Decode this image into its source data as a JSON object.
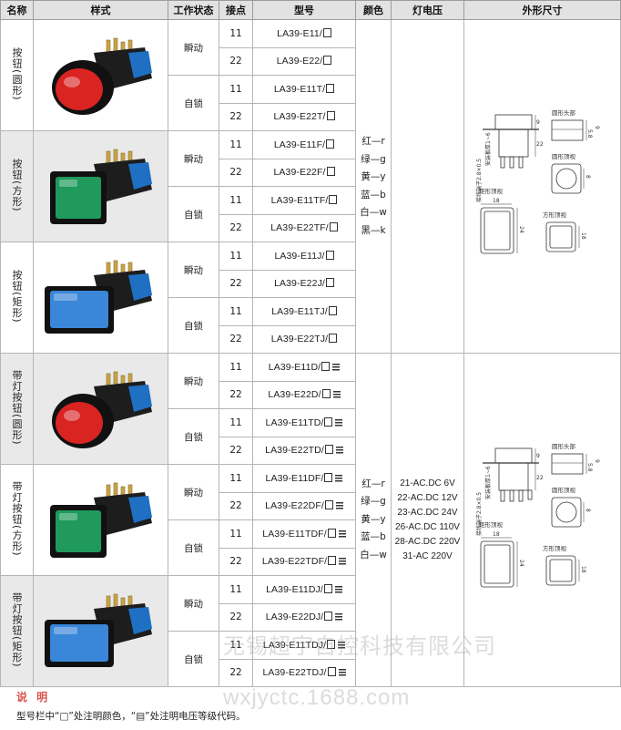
{
  "headers": [
    "名称",
    "样式",
    "工作状态",
    "接点",
    "型号",
    "颜色",
    "灯电压",
    "外形尺寸"
  ],
  "groups": [
    {
      "name": "按钮(圆形)",
      "bg": "#ffffff",
      "lens_color": "#d92422",
      "lens_shape": "round",
      "rows": [
        {
          "state": "瞬动",
          "contact": "11",
          "model": "LA39-E11/",
          "sym": "□"
        },
        {
          "contact": "22",
          "model": "LA39-E22/",
          "sym": "□"
        },
        {
          "state": "自锁",
          "contact": "11",
          "model": "LA39-E11T/",
          "sym": "□"
        },
        {
          "contact": "22",
          "model": "LA39-E22T/",
          "sym": "□"
        }
      ]
    },
    {
      "name": "按钮(方形)",
      "bg": "#e9e9e9",
      "lens_color": "#1f9a5c",
      "lens_shape": "square",
      "rows": [
        {
          "state": "瞬动",
          "contact": "11",
          "model": "LA39-E11F/",
          "sym": "□"
        },
        {
          "contact": "22",
          "model": "LA39-E22F/",
          "sym": "□"
        },
        {
          "state": "自锁",
          "contact": "11",
          "model": "LA39-E11TF/",
          "sym": "□"
        },
        {
          "contact": "22",
          "model": "LA39-E22TF/",
          "sym": "□"
        }
      ]
    },
    {
      "name": "按钮(矩形)",
      "bg": "#ffffff",
      "lens_color": "#3a86d8",
      "lens_shape": "rect",
      "rows": [
        {
          "state": "瞬动",
          "contact": "11",
          "model": "LA39-E11J/",
          "sym": "□"
        },
        {
          "contact": "22",
          "model": "LA39-E22J/",
          "sym": "□"
        },
        {
          "state": "自锁",
          "contact": "11",
          "model": "LA39-E11TJ/",
          "sym": "□"
        },
        {
          "contact": "22",
          "model": "LA39-E22TJ/",
          "sym": "□"
        }
      ]
    },
    {
      "name": "带灯按钮(圆形)",
      "bg": "#e9e9e9",
      "lens_color": "#d92422",
      "lens_shape": "round",
      "rows": [
        {
          "state": "瞬动",
          "contact": "11",
          "model": "LA39-E11D/",
          "sym": "□",
          "bars": true
        },
        {
          "contact": "22",
          "model": "LA39-E22D/",
          "sym": "□",
          "bars": true
        },
        {
          "state": "自锁",
          "contact": "11",
          "model": "LA39-E11TD/",
          "sym": "□",
          "bars": true
        },
        {
          "contact": "22",
          "model": "LA39-E22TD/",
          "sym": "□",
          "bars": true
        }
      ]
    },
    {
      "name": "带灯按钮(方形)",
      "bg": "#ffffff",
      "lens_color": "#1f9a5c",
      "lens_shape": "square",
      "rows": [
        {
          "state": "瞬动",
          "contact": "11",
          "model": "LA39-E11DF/",
          "sym": "□",
          "bars": true
        },
        {
          "contact": "22",
          "model": "LA39-E22DF/",
          "sym": "□",
          "bars": true
        },
        {
          "state": "自锁",
          "contact": "11",
          "model": "LA39-E11TDF/",
          "sym": "□",
          "bars": true
        },
        {
          "contact": "22",
          "model": "LA39-E22TDF/",
          "sym": "□",
          "bars": true
        }
      ]
    },
    {
      "name": "带灯按钮(矩形)",
      "bg": "#e9e9e9",
      "lens_color": "#3a86d8",
      "lens_shape": "rect",
      "rows": [
        {
          "state": "瞬动",
          "contact": "11",
          "model": "LA39-E11DJ/",
          "sym": "□",
          "bars": true
        },
        {
          "contact": "22",
          "model": "LA39-E22DJ/",
          "sym": "□",
          "bars": true
        },
        {
          "state": "自锁",
          "contact": "11",
          "model": "LA39-E11TDJ/",
          "sym": "□",
          "bars": true
        },
        {
          "contact": "22",
          "model": "LA39-E22TDJ/",
          "sym": "□",
          "bars": true
        }
      ]
    }
  ],
  "colors_block1": [
    "红—r",
    "绿—g",
    "黄—y",
    "蓝—b",
    "白—w",
    "黑—k"
  ],
  "colors_block2": [
    "红—r",
    "绿—g",
    "黄—y",
    "蓝—b",
    "白—w"
  ],
  "voltages": [
    "21-AC.DC 6V",
    "22-AC.DC 12V",
    "23-AC.DC 24V",
    "26-AC.DC 110V",
    "28-AC.DC 220V",
    "31-AC 220V"
  ],
  "dimensions": {
    "round_head": "圆形头部",
    "round_top": "圆形顶视",
    "rect_top": "矩形顶视",
    "square_top": "方形顶视",
    "terminal_note": "接线端子2.8×0.5",
    "panel_note": "安装板厚1~6",
    "dims": [
      "9",
      "22",
      "5.8",
      "9",
      "18",
      "24",
      "18",
      "5.5",
      "8"
    ]
  },
  "footer": {
    "title": "说 明",
    "note": "型号栏中“□”处注明颜色，“▤”处注明电压等级代码。"
  },
  "watermark": {
    "company": "无锡超宇自控科技有限公司",
    "site": "wxjyctc.1688.com"
  }
}
